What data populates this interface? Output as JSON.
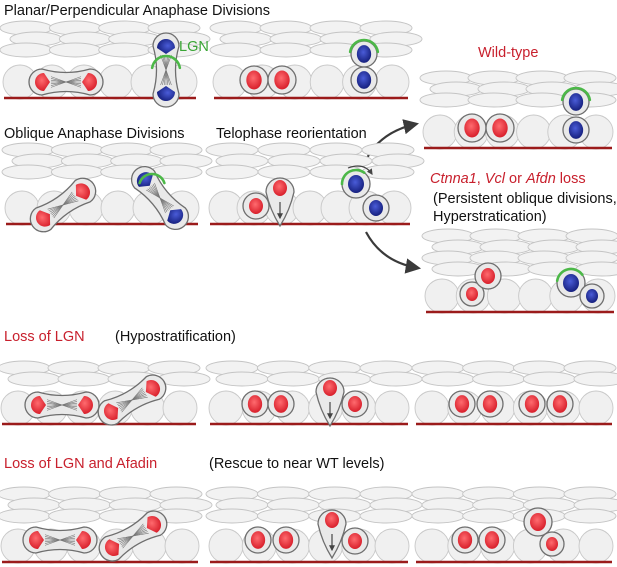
{
  "labels": {
    "planar_perpendicular": "Planar/Perpendicular Anaphase Divisions",
    "lgn": "LGN",
    "oblique": "Oblique Anaphase Divisions",
    "telophase": "Telophase reorientation",
    "wild_type": "Wild-type",
    "gene1": "Ctnna1",
    "sep1": ", ",
    "gene2": "Vcl",
    "sep2": " or ",
    "gene3": "Afdn",
    "loss_word": " loss",
    "persistent_line1": "(Persistent oblique divisions,",
    "persistent_line2": "Hyperstratication)",
    "loss_lgn": "Loss of LGN",
    "hypostratification": "(Hypostratification)",
    "loss_lgn_afadin": "Loss of LGN and Afadin",
    "rescue": "(Rescue to near WT levels)"
  },
  "colors": {
    "basement_membrane": "#9b1b1b",
    "nucleus_red": "#e8303a",
    "nucleus_blue": "#1c2a9a",
    "lgn_crescent": "#4cb848",
    "cell_fill": "#e9e9e9",
    "cell_outline": "#9a9a9a",
    "label_red": "#c8202d",
    "arrow": "#3a3a3a"
  }
}
